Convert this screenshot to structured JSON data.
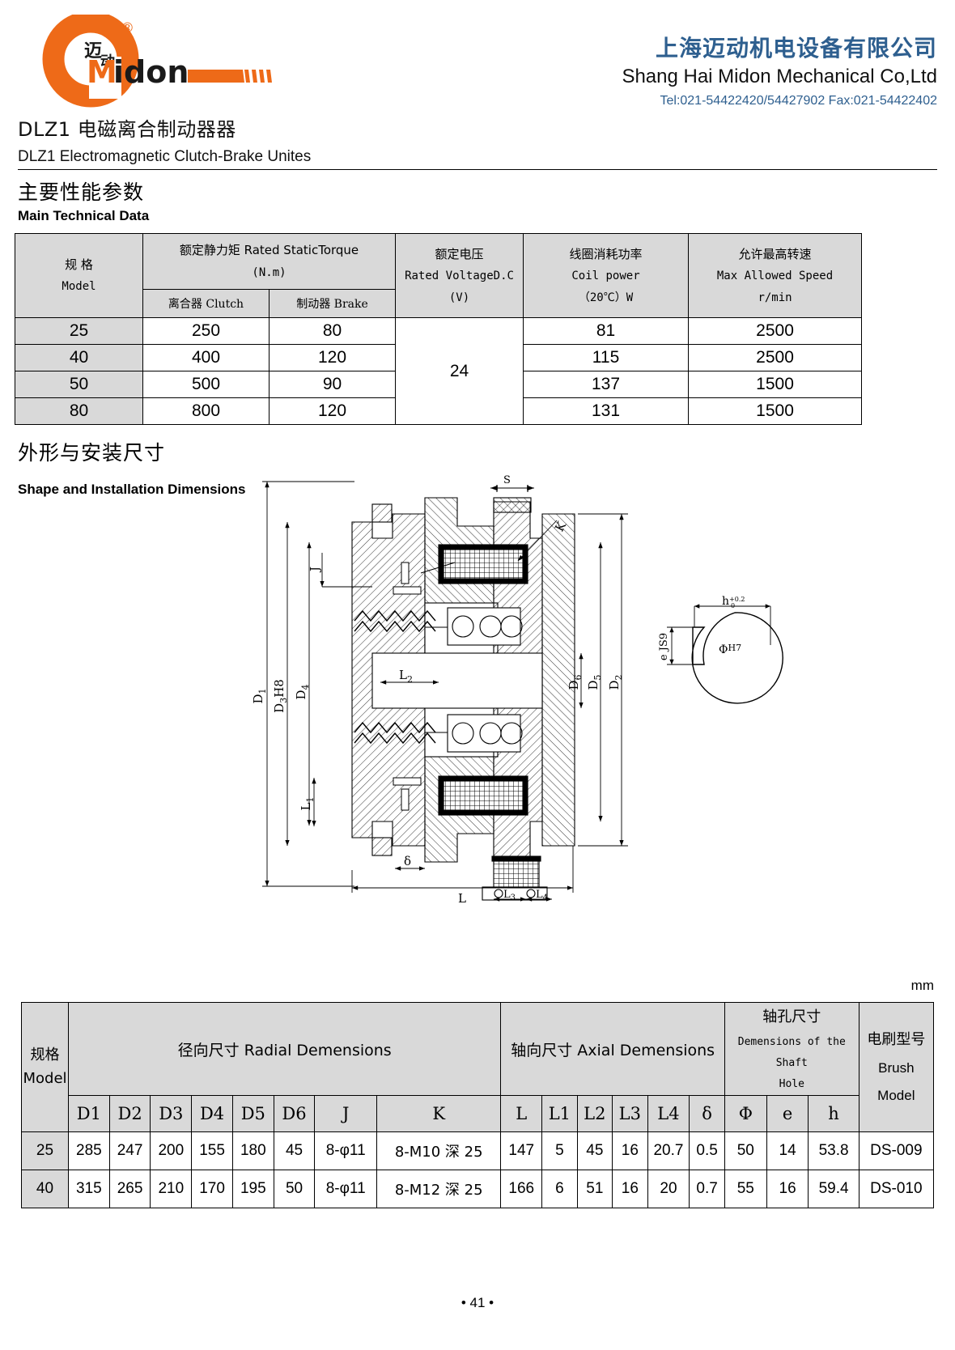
{
  "header": {
    "logo_text": "Midon",
    "logo_cn": "迈动",
    "registered_mark": "®",
    "company_cn": "上海迈动机电设备有限公司",
    "company_en": "Shang Hai Midon Mechanical Co,Ltd",
    "contact": "Tel:021-54422420/54427902 Fax:021-54422402",
    "brand_color": "#ee6a18",
    "company_color": "#2e5f8f"
  },
  "title": {
    "cn": "DLZ1 电磁离合制动器器",
    "en": "DLZ1    Electromagnetic Clutch-Brake Unites"
  },
  "sections": {
    "main_data_cn": "主要性能参数",
    "main_data_en": "Main Technical Data",
    "shape_cn": "外形与安装尺寸",
    "shape_en": "Shape and Installation Dimensions"
  },
  "table1": {
    "headers": {
      "model_cn": "规 格",
      "model_en": "Model",
      "torque_title": "额定静力矩 Rated StaticTorque",
      "torque_unit": "(N.m)",
      "clutch": "离合器 Clutch",
      "brake": "制动器 Brake",
      "voltage_cn": "额定电压",
      "voltage_en": "Rated VoltageD.C",
      "voltage_unit": "(V)",
      "power_cn": "线圈消耗功率",
      "power_en": "Coil  power",
      "power_unit": "（20℃）W",
      "speed_cn": "允许最高转速",
      "speed_en": "Max Allowed Speed",
      "speed_unit": "r/min"
    },
    "voltage_value": "24",
    "rows": [
      {
        "model": "25",
        "clutch": "250",
        "brake": "80",
        "power": "81",
        "speed": "2500"
      },
      {
        "model": "40",
        "clutch": "400",
        "brake": "120",
        "power": "115",
        "speed": "2500"
      },
      {
        "model": "50",
        "clutch": "500",
        "brake": "90",
        "power": "137",
        "speed": "1500"
      },
      {
        "model": "80",
        "clutch": "800",
        "brake": "120",
        "power": "131",
        "speed": "1500"
      }
    ]
  },
  "table2": {
    "unit_label": "mm",
    "headers": {
      "model_cn": "规格",
      "model_en": "Model",
      "radial": "径向尺寸  Radial Demensions",
      "axial": "轴向尺寸  Axial Demensions",
      "shaft_cn": "轴孔尺寸",
      "shaft_en1": "Demensions of the Shaft",
      "shaft_en2": "Hole",
      "brush_cn": "电刷型号",
      "brush_en1": "Brush",
      "brush_en2": "Model",
      "cols": [
        "D1",
        "D2",
        "D3",
        "D4",
        "D5",
        "D6",
        "J",
        "K",
        "L",
        "L1",
        "L2",
        "L3",
        "L4",
        "δ",
        "Φ",
        "e",
        "h"
      ]
    },
    "rows": [
      {
        "model": "25",
        "values": [
          "285",
          "247",
          "200",
          "155",
          "180",
          "45",
          "8-φ11",
          "8-M10 深 25",
          "147",
          "5",
          "45",
          "16",
          "20.7",
          "0.5",
          "50",
          "14",
          "53.8"
        ],
        "brush": "DS-009"
      },
      {
        "model": "40",
        "values": [
          "315",
          "265",
          "210",
          "170",
          "195",
          "50",
          "8-φ11",
          "8-M12 深 25",
          "166",
          "6",
          "51",
          "16",
          "20",
          "0.7",
          "55",
          "16",
          "59.4"
        ],
        "brush": "DS-010"
      }
    ]
  },
  "drawing": {
    "labels": {
      "d1": "D₁",
      "d3h8": "D₃H8",
      "d4": "D₄",
      "d2": "D₂",
      "d5": "D₅",
      "d6": "D₆",
      "l": "L",
      "l1": "L₁",
      "l2": "L₂",
      "l3": "L₃",
      "l4": "L₄",
      "delta": "δ",
      "j": "J",
      "k": "K",
      "s": "S"
    },
    "keyway": {
      "h_tol": "h",
      "h_sup": "+0.2",
      "h_sub": "0",
      "e_js9": "e JS9",
      "phi": "Φ",
      "h7": "H7"
    }
  },
  "footer": {
    "page_number": "• 41 •"
  }
}
